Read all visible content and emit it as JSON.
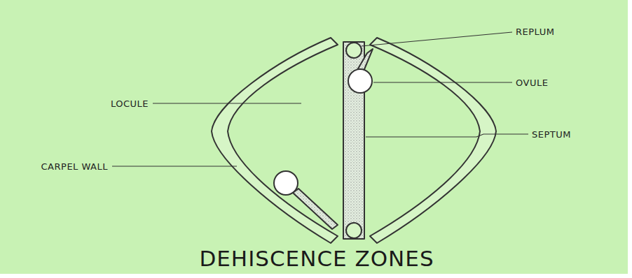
{
  "diagram": {
    "title": "DEHISCENCE ZONES",
    "labels": [
      "REPLUM",
      "LOCULE",
      "OVULE",
      "SEPTUM",
      "CARPEL WALL"
    ]
  }
}
